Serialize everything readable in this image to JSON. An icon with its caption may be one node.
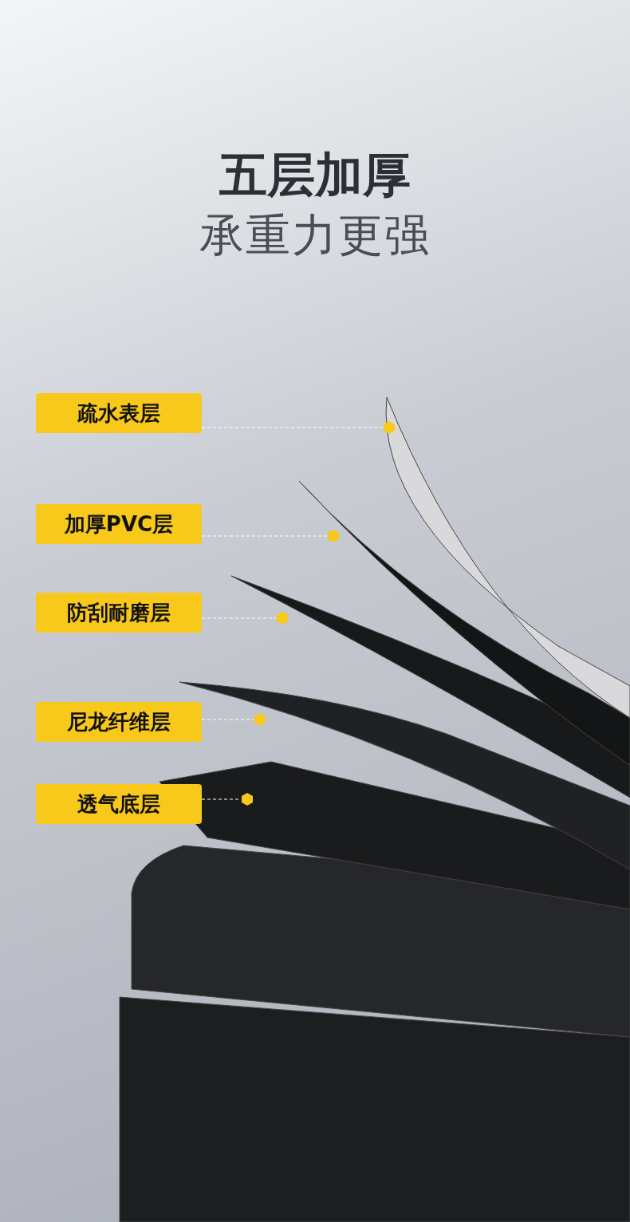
{
  "diagram": {
    "title": "五层加厚",
    "nodes": [
      {
        "text": [
          "疏水表层"
        ]
      },
      {
        "text": [],
        "shape": "hexagon"
      },
      {
        "text": [
          "加厚PVC层"
        ]
      },
      {
        "text": [],
        "shape": "hexagon"
      },
      {
        "text": [
          "防刮耐磨层"
        ]
      },
      {
        "text": [],
        "shape": "hexagon"
      },
      {
        "text": [
          "尼龙纤维层"
        ]
      },
      {
        "text": [],
        "shape": "hexagon"
      },
      {
        "text": [
          "透气底层"
        ]
      },
      {
        "text": [],
        "shape": "hexagon"
      }
    ],
    "edges": [
      {
        "from": 0,
        "to": 1,
        "arrow": "none",
        "style": "dashed"
      },
      {
        "from": 2,
        "to": 3,
        "arrow": "none",
        "style": "dashed"
      },
      {
        "from": 4,
        "to": 5,
        "arrow": "none",
        "style": "dashed"
      },
      {
        "from": 6,
        "to": 7,
        "arrow": "none",
        "style": "dashed"
      },
      {
        "from": 8,
        "to": 9,
        "arrow": "none",
        "style": "dashed"
      }
    ],
    "labels": [
      "承重力更强"
    ]
  }
}
